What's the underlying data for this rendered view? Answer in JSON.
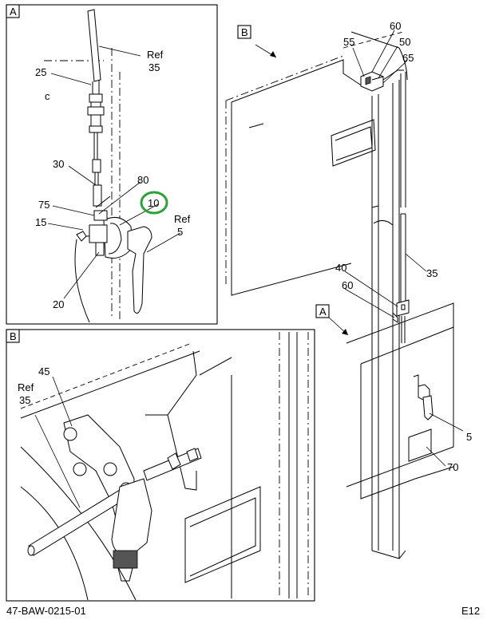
{
  "views": {
    "a": {
      "letter": "A"
    },
    "b": {
      "letter": "B"
    }
  },
  "callouts": {
    "a_ref35": [
      "Ref",
      "35"
    ],
    "a_25": "25",
    "a_c": "c",
    "a_30": "30",
    "a_80": "80",
    "a_10": "10",
    "a_ref5": [
      "Ref",
      "5"
    ],
    "a_75": "75",
    "a_15": "15",
    "a_20": "20",
    "main_b": "B",
    "main_55": "55",
    "main_60_top": "60",
    "main_50": "50",
    "main_65": "65",
    "main_40": "40",
    "main_60_mid": "60",
    "main_35": "35",
    "main_a": "A",
    "main_5": "5",
    "main_70": "70",
    "b_45": "45",
    "b_ref35": [
      "Ref",
      "35"
    ]
  },
  "footer": {
    "doc_id": "47-BAW-0215-01",
    "sheet": "E12"
  },
  "highlight": {
    "color": "#2aa43a",
    "target": "10"
  }
}
